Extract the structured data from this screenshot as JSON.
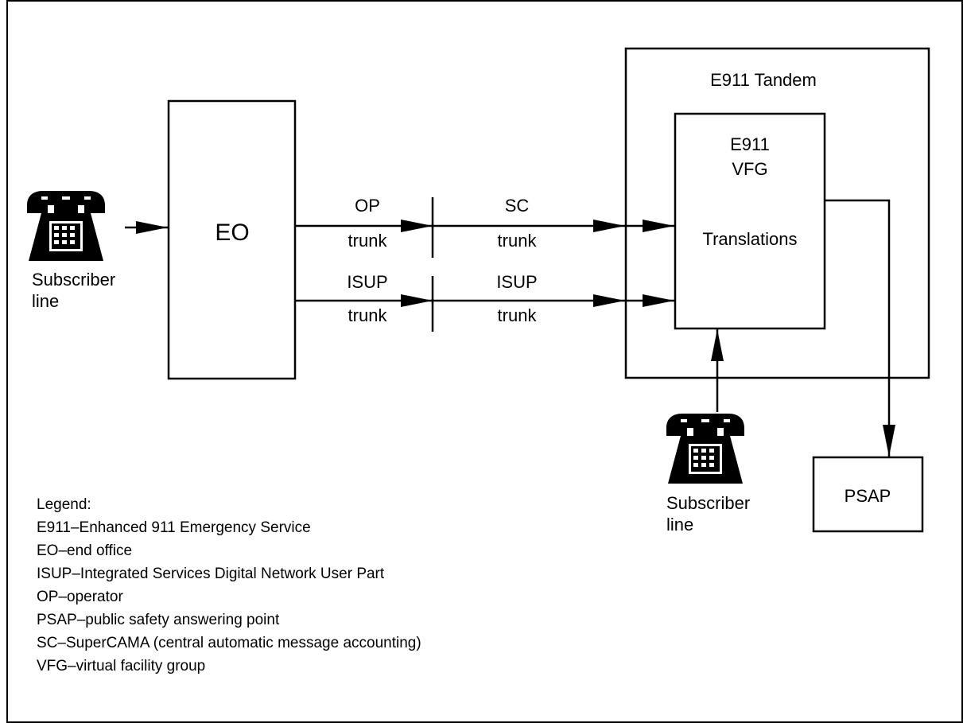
{
  "colors": {
    "stroke": "#000000",
    "background": "#ffffff"
  },
  "nodes": {
    "eo": "EO",
    "tandem_title": "E911 Tandem",
    "vfg_line1": "E911",
    "vfg_line2": "VFG",
    "translations": "Translations",
    "psap": "PSAP"
  },
  "phones": [
    {
      "icon": "telephone-icon",
      "label_line1": "Subscriber",
      "label_line2": "line"
    },
    {
      "icon": "telephone-icon",
      "label_line1": "Subscriber",
      "label_line2": "line"
    }
  ],
  "trunks": {
    "op_top": "OP",
    "op_bottom": "trunk",
    "sc_top": "SC",
    "sc_bottom": "trunk",
    "isup1_top": "ISUP",
    "isup1_bottom": "trunk",
    "isup2_top": "ISUP",
    "isup2_bottom": "trunk"
  },
  "legend": {
    "title": "Legend:",
    "items": [
      "E911–Enhanced 911 Emergency Service",
      "EO–end office",
      "ISUP–Integrated Services Digital Network User Part",
      "OP–operator",
      "PSAP–public safety answering point",
      "SC–SuperCAMA (central automatic message accounting)",
      "VFG–virtual facility group"
    ]
  }
}
